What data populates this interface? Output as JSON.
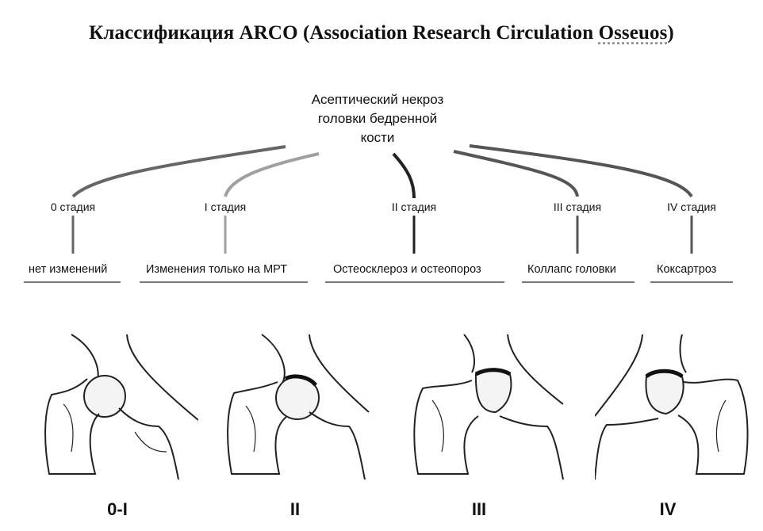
{
  "title": {
    "main": "Классификация ARCO (Association Research Circulation ",
    "wavy": "Osseuos",
    "end": ")"
  },
  "root": "Асептический некроз\nголовки бедренной\nкости",
  "stages": [
    {
      "label": "0 стадия",
      "desc": "нет изменений",
      "color": "#666666"
    },
    {
      "label": "I стадия",
      "desc": "Изменения только на МРТ",
      "color": "#a0a0a0"
    },
    {
      "label": "II стадия",
      "desc": "Остеосклероз и остеопороз",
      "color": "#222222"
    },
    {
      "label": "III стадия",
      "desc": "Коллапс головки",
      "color": "#555555"
    },
    {
      "label": "IV стадия",
      "desc": "Коксартроз",
      "color": "#555555"
    }
  ],
  "captions": [
    "0-I",
    "II",
    "III",
    "IV"
  ]
}
